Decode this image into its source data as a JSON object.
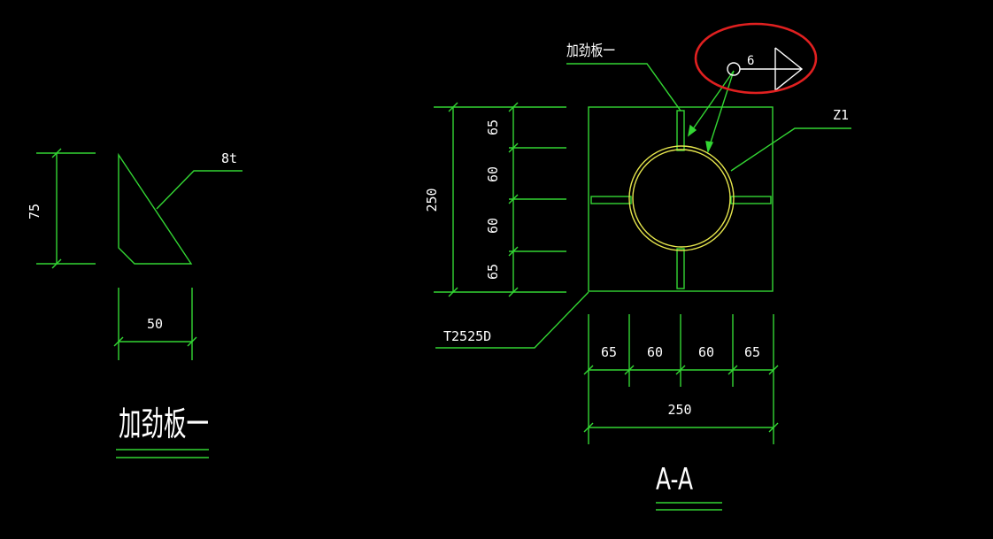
{
  "colors": {
    "background": "#000000",
    "line": "#33d633",
    "text": "#ffffff",
    "pipe": "#e6e64d",
    "highlight": "#e02020",
    "symbol": "#ffffff"
  },
  "detail_stiffener": {
    "title": "加劲板一",
    "height_dim": "75",
    "width_dim": "50",
    "thickness_label": "8t"
  },
  "section_aa": {
    "title": "A-A",
    "stiffener_label": "加劲板一",
    "column_label": "Z1",
    "plate_label": "T2525D",
    "weld_size": "6",
    "vertical_dims": [
      "65",
      "60",
      "60",
      "65"
    ],
    "vertical_total": "250",
    "horizontal_dims": [
      "65",
      "60",
      "60",
      "65"
    ],
    "horizontal_total": "250"
  }
}
